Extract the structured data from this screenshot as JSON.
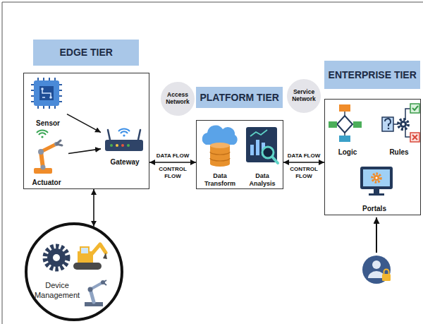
{
  "diagram": {
    "nodes": [
      {
        "text": [
          "EDGE TIER"
        ]
      },
      {
        "text": [
          "Sensor"
        ],
        "in": 0
      },
      {
        "text": [
          "Actuator"
        ],
        "in": 0
      },
      {
        "text": [
          "Gateway"
        ],
        "in": 0
      },
      {
        "text": [
          "Access Network"
        ]
      },
      {
        "text": [
          "PLATFORM TIER"
        ]
      },
      {
        "text": [
          "Data Transform"
        ],
        "in": 5
      },
      {
        "text": [
          "Data Analysis"
        ],
        "in": 5
      },
      {
        "text": [
          "Service Network"
        ]
      },
      {
        "text": [
          "ENTERPRISE TIER"
        ]
      },
      {
        "text": [
          "Logic"
        ],
        "in": 9
      },
      {
        "text": [
          "Rules"
        ],
        "in": 9
      },
      {
        "text": [
          "Portals"
        ],
        "in": 9
      },
      {
        "text": [
          "Device Management"
        ]
      }
    ],
    "edges": [
      {
        "from": 1,
        "to": 3,
        "arrow": "to"
      },
      {
        "from": 2,
        "to": 3,
        "arrow": "to"
      },
      {
        "from": 0,
        "to": 5,
        "label": "DATA FLOW",
        "arrow": "both"
      },
      {
        "from": 5,
        "to": 9,
        "label": "DATA FLOW",
        "arrow": "both"
      },
      {
        "from": 0,
        "to": 13,
        "arrow": "both"
      }
    ],
    "labels": [
      "CONTROL FLOW",
      "CONTROL FLOW"
    ]
  }
}
